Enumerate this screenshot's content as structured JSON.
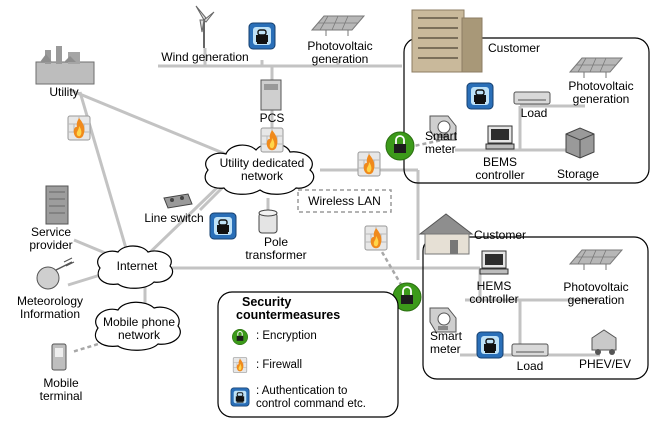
{
  "nodes": {
    "wind_generation": "Wind generation",
    "photovoltaic_top": [
      "Photovoltaic",
      "generation"
    ],
    "utility": "Utility",
    "pcs": "PCS",
    "utility_network": [
      "Utility dedicated",
      "network"
    ],
    "line_switch": "Line switch",
    "pole_transformer": [
      "Pole",
      "transformer"
    ],
    "wireless_lan": "Wireless LAN",
    "service_provider": [
      "Service",
      "provider"
    ],
    "internet": "Internet",
    "meteorology": [
      "Meteorology",
      "Information"
    ],
    "mobile_network": [
      "Mobile phone",
      "network"
    ],
    "mobile_terminal": [
      "Mobile",
      "terminal"
    ]
  },
  "customer_top": {
    "title": "Customer",
    "load": "Load",
    "photovoltaic": [
      "Photovoltaic",
      "generation"
    ],
    "smart_meter": [
      "Smart",
      "meter"
    ],
    "bems": [
      "BEMS",
      "controller"
    ],
    "storage": "Storage"
  },
  "customer_bottom": {
    "title": "Customer",
    "hems": [
      "HEMS",
      "controller"
    ],
    "photovoltaic": [
      "Photovoltaic",
      "generation"
    ],
    "smart_meter": [
      "Smart",
      "meter"
    ],
    "load": "Load",
    "phev": "PHEV/EV"
  },
  "legend": {
    "title": [
      "Security",
      "countermeasures"
    ],
    "encryption": ": Encryption",
    "firewall": ": Firewall",
    "authentication": [
      ": Authentication to",
      "control command etc."
    ]
  },
  "colors": {
    "line": "#c0c0c0",
    "dashed_line": "#a8a8a8",
    "box_border": "#000000",
    "lock_green": "#3c9a1a",
    "fire_orange": "#f08a1c",
    "auth_blue": "#2a6fb8"
  }
}
